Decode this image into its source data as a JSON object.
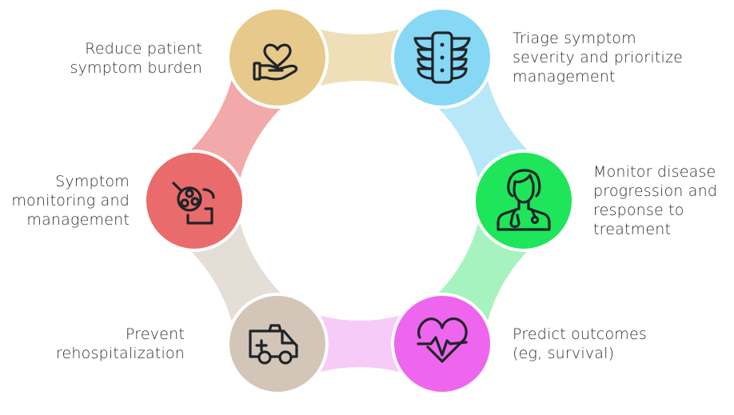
{
  "diagram": {
    "type": "cycle",
    "nodes": [
      {
        "id": "reduce-burden",
        "icon": "hand-heart-icon",
        "color": "#e6c98b",
        "connector_color": "#efdfb9",
        "label_lines": [
          "Reduce patient",
          "symptom burden"
        ]
      },
      {
        "id": "triage",
        "icon": "traffic-light-icon",
        "color": "#86d8f5",
        "connector_color": "#b8e7f8",
        "label_lines": [
          "Triage symptom",
          "severity and prioritize",
          "management"
        ]
      },
      {
        "id": "monitor-disease",
        "icon": "doctor-stethoscope-icon",
        "color": "#1ee55a",
        "connector_color": "#a6f3bf",
        "label_lines": [
          "Monitor disease",
          "progression and",
          "response to",
          "treatment"
        ]
      },
      {
        "id": "predict-outcomes",
        "icon": "heart-pulse-icon",
        "color": "#ee66ee",
        "connector_color": "#f7cbf7",
        "label_lines": [
          "Predict outcomes",
          "(eg, survival)"
        ]
      },
      {
        "id": "prevent-rehospitalization",
        "icon": "ambulance-icon",
        "color": "#d3c6b8",
        "connector_color": "#e5ded7",
        "label_lines": [
          "Prevent",
          "rehospitalization"
        ]
      },
      {
        "id": "symptom-monitoring",
        "icon": "monitoring-device-icon",
        "color": "#ea6b6b",
        "connector_color": "#f2a9a9",
        "label_lines": [
          "Symptom",
          "monitoring and",
          "management"
        ]
      }
    ]
  }
}
